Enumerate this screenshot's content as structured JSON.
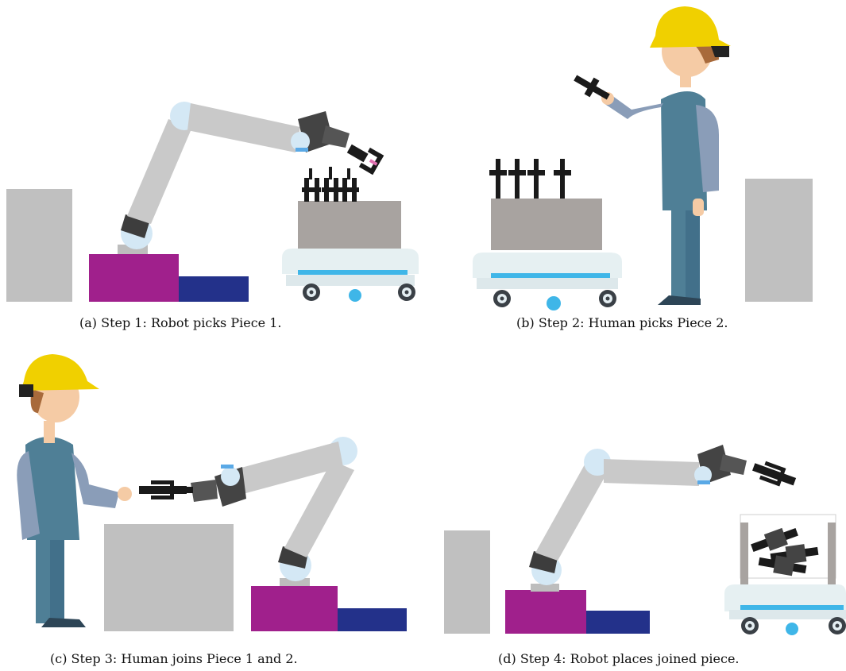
{
  "figure": {
    "panels": [
      {
        "id": "a",
        "caption": "(a) Step 1: Robot picks Piece 1."
      },
      {
        "id": "b",
        "caption": "(b) Step 2: Human picks Piece 2."
      },
      {
        "id": "c",
        "caption": "(c) Step 3: Human joins Piece 1 and 2."
      },
      {
        "id": "d",
        "caption": "(d) Step 4: Robot places joined piece."
      }
    ]
  },
  "colors": {
    "robot_arm": "#c9c9c9",
    "robot_joint": "#d4e8f5",
    "robot_dark": "#444444",
    "robot_accent": "#5aa9e6",
    "pedestal_magenta": "#a0208c",
    "pedestal_navy": "#23318a",
    "table_gray": "#c0c0c0",
    "cart_body": "#e6f0f2",
    "cart_stripe": "#3fb6e8",
    "box_taupe": "#a8a3a0",
    "hardhat": "#f0d000",
    "vest": "#4f7f96",
    "sleeve": "#8a9db8",
    "skin": "#f5cba5",
    "hair": "#a86a3b",
    "pants": "#4f7f96",
    "part_black": "#1a1a1a"
  }
}
